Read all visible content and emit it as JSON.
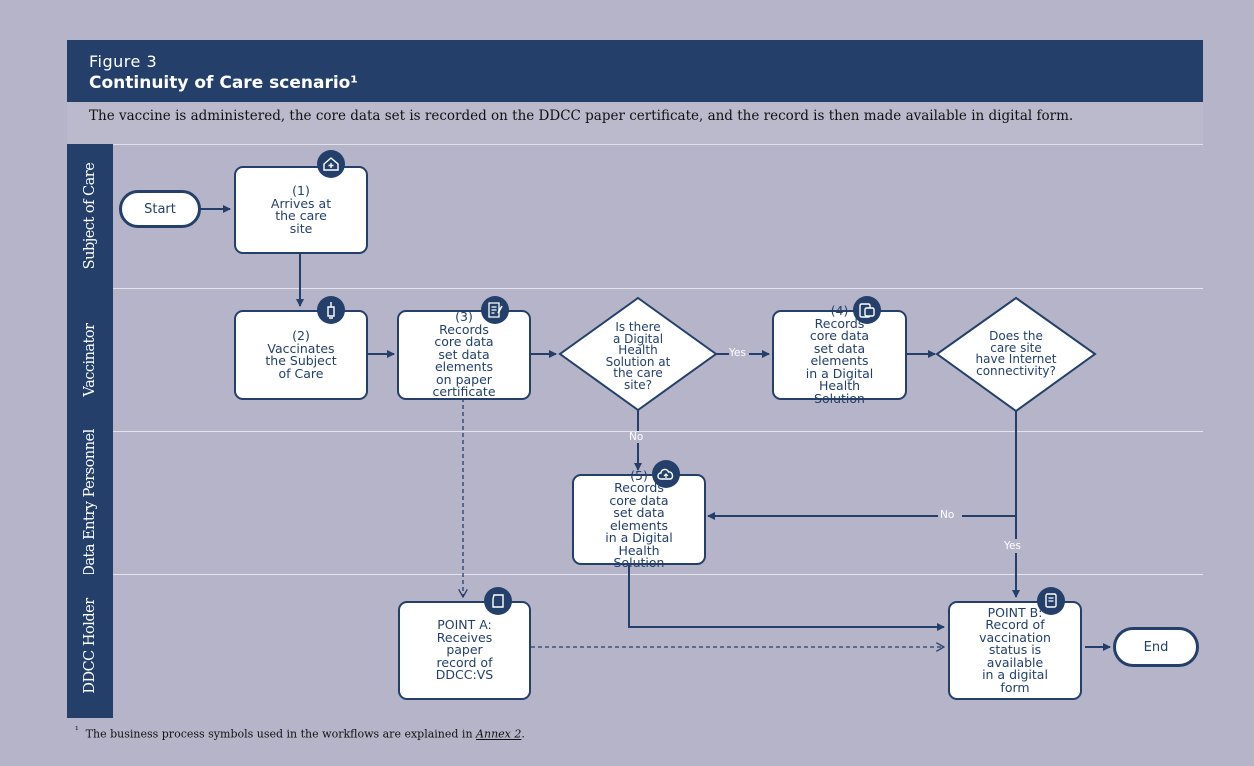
{
  "figure": {
    "label": "Figure 3",
    "title": "Continuity of Care scenario¹",
    "description": "The vaccine is administered, the core data set is recorded on the DDCC paper certificate, and the record is then made available in digital form."
  },
  "lanes": [
    "Subject of Care",
    "Vaccinator",
    "Data Entry Personnel",
    "DDCC Holder"
  ],
  "nodes": {
    "start": "Start",
    "end": "End",
    "step1": "(1)\nArrives at\nthe care\nsite",
    "step2": "(2)\nVaccinates\nthe Subject\nof Care",
    "step3": "(3)\nRecords\ncore data\nset data\nelements\non paper\ncertificate",
    "decision1": "Is there\na Digital\nHealth\nSolution at\nthe care\nsite?",
    "step4": "(4)\nRecords\ncore data\nset data\nelements\nin a Digital\nHealth\nSolution",
    "decision2": "Does the\ncare site\nhave Internet\nconnectivity?",
    "step5": "(5)\nRecords\ncore data\nset data\nelements\nin a Digital\nHealth\nSolution",
    "pointA": "POINT A:\nReceives\npaper\nrecord of\nDDCC:VS",
    "pointB": "POINT B:\nRecord of\nvaccination\nstatus is\navailable\nin a digital\nform"
  },
  "edges": {
    "yes1": "Yes",
    "no1": "No",
    "no2": "No",
    "yes2": "Yes"
  },
  "icons": {
    "step1": "care-site-icon",
    "step2": "vaccine-icon",
    "step3": "paper-record-icon",
    "step4": "digital-record-icon",
    "step5": "cloud-upload-icon",
    "pointA": "paper-document-icon",
    "pointB": "digital-device-icon"
  },
  "footnote": {
    "marker": "¹",
    "text": "The business process symbols used in the workflows are explained in ",
    "link": "Annex 2",
    "end": "."
  },
  "colors": {
    "navy": "#24406a",
    "background": "#b5b4c8",
    "box": "#ffffff"
  }
}
